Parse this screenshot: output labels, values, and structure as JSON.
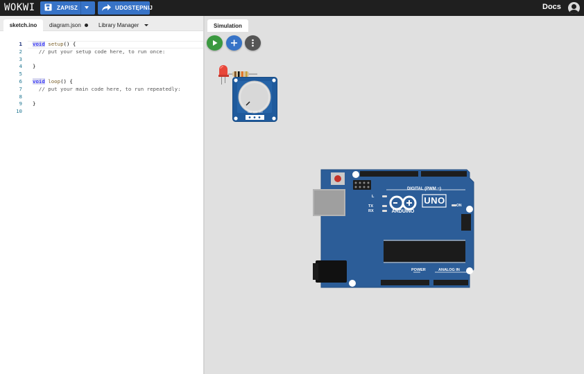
{
  "app": {
    "logo": "WOKWI",
    "save_label": "ZAPISZ",
    "share_label": "UDOSTĘPNIJ",
    "docs_label": "Docs"
  },
  "editor": {
    "tabs": [
      {
        "label": "sketch.ino",
        "active": true
      },
      {
        "label": "diagram.json",
        "modified": true
      },
      {
        "label": "Library Manager",
        "has_dropdown": true
      }
    ],
    "lines": [
      {
        "n": "1",
        "code": ""
      },
      {
        "n": "2",
        "code": "  // put your setup code here, to run once:"
      },
      {
        "n": "3",
        "code": ""
      },
      {
        "n": "4",
        "code": "}"
      },
      {
        "n": "5",
        "code": ""
      },
      {
        "n": "6",
        "code": ""
      },
      {
        "n": "7",
        "code": "  // put your main code here, to run repeatedly:"
      },
      {
        "n": "8",
        "code": ""
      },
      {
        "n": "9",
        "code": "}"
      },
      {
        "n": "10",
        "code": ""
      }
    ],
    "line1": {
      "kw": "void",
      "fn": "setup",
      "rest": "() {"
    },
    "line6": {
      "kw": "void",
      "fn": "loop",
      "rest": "() {"
    }
  },
  "simulation": {
    "tab_label": "Simulation",
    "components": [
      "led-red",
      "resistor",
      "potentiometer",
      "arduino-uno"
    ],
    "board": {
      "name": "UNO",
      "brand": "ARDUINO",
      "digital_label": "DIGITAL (PWM ~)",
      "power_label": "POWER",
      "analog_label": "ANALOG IN",
      "on_label": "ON",
      "tx_label": "TX",
      "rx_label": "RX",
      "l_label": "L",
      "pot_pins": "GND SIG VCC"
    }
  },
  "colors": {
    "topbar": "#1f1f1f",
    "button_blue": "#3773c7",
    "play_green": "#3b9940",
    "board_blue": "#2c5d98"
  }
}
